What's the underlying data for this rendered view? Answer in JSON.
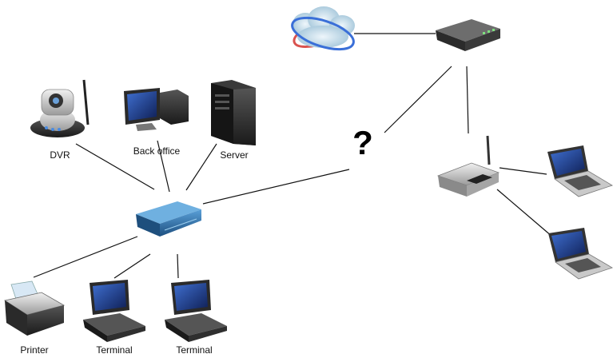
{
  "labels": {
    "dvr": "DVR",
    "back_office": "Back office",
    "server": "Server",
    "printer": "Printer",
    "terminal_1": "Terminal",
    "terminal_2": "Terminal"
  },
  "unknown_link_marker": "?",
  "icons": {
    "internet": "internet-cloud-icon",
    "modem": "modem-router-icon",
    "wireless_router": "wireless-router-icon",
    "switch": "network-switch-icon",
    "camera": "ip-camera-icon",
    "desktop": "desktop-computer-icon",
    "server": "server-tower-icon",
    "printer": "printer-icon",
    "terminal": "terminal-computer-icon",
    "laptop": "laptop-icon"
  },
  "colors": {
    "switch_blue": "#2f6fa8",
    "cloud_ring_red": "#d9534f",
    "cloud_ring_blue": "#3a6fd8",
    "screen_blue": "#1f3f8f",
    "device_dark": "#2a2a2a"
  }
}
